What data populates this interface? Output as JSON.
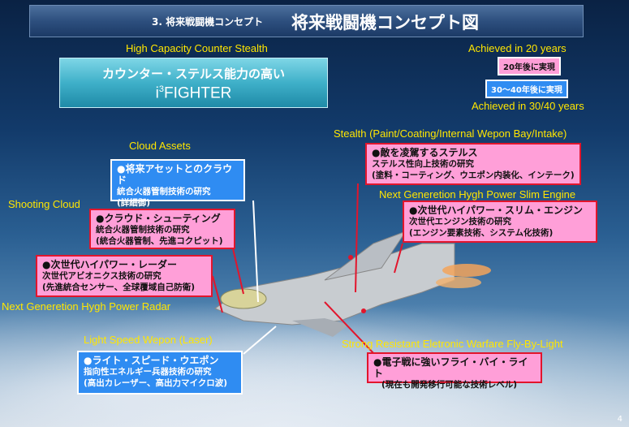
{
  "title": {
    "small": "3. 将来戦闘機コンセプト",
    "big": "将来戦闘機コンセプト図"
  },
  "subtitle_en": "High Capacity Counter Stealth",
  "panel": {
    "line1": "カウンター・ステルス能力の高い",
    "line2_pre": "i",
    "line2_sup": "3",
    "line2_post": "FIGHTER"
  },
  "legend": {
    "achieved20_en": "Achieved in 20 years",
    "achieved20_jp": "20年後に実現",
    "achieved3040_jp": "30〜40年後に実現",
    "achieved3040_en": "Achieved in 30/40 years"
  },
  "colors": {
    "pink_box": "#ff9fd8",
    "pink_border": "#e2152c",
    "blue_box": "#2f8cf2",
    "label_yellow": "#ffe600"
  },
  "cloud_assets": {
    "en": "Cloud Assets",
    "h": "●将来アセットとのクラウド",
    "l1": "統合火器管制技術の研究",
    "l2": "(詳細御)"
  },
  "shooting_cloud": {
    "en": "Shooting Cloud",
    "h": "●クラウド・シューティング",
    "l1": "統合火器管制技術の研究",
    "l2": "(統合火器管制、先進コクピット)"
  },
  "radar": {
    "en": "Next Generetion Hygh Power Radar",
    "h": "●次世代ハイパワー・レーダー",
    "l1": "次世代アビオニクス技術の研究",
    "l2": "(先進統合センサー、全球覆域自己防衛)"
  },
  "laser": {
    "en": "Light Speed Wepon (Laser)",
    "h": "●ライト・スピード・ウエポン",
    "l1": "指向性エネルギー兵器技術の研究",
    "l2": "(高出カレーザー、高出力マイクロ波)"
  },
  "stealth": {
    "en": "Stealth (Paint/Coating/Internal Wepon Bay/Intake)",
    "h": "●敵を凌駕するステルス",
    "l1": "ステルス性向上技術の研究",
    "l2": "(塗料・コーティング、ウエポン内装化、インテーク)"
  },
  "engine": {
    "en": "Next Generetion Hygh Power Slim Engine",
    "h": "●次世代ハイパワー・スリム・エンジン",
    "l1": "次世代エンジン技術の研究",
    "l2": "(エンジン要素技術、システム化技術)"
  },
  "fbl": {
    "en": "Strong Resistant Eletronic Warfare Fly-By-Light",
    "h": "●電子戦に強いフライ・バイ・ライト",
    "l1": "(現在も開発移行可能な技術レベル)"
  },
  "page_number": "4"
}
